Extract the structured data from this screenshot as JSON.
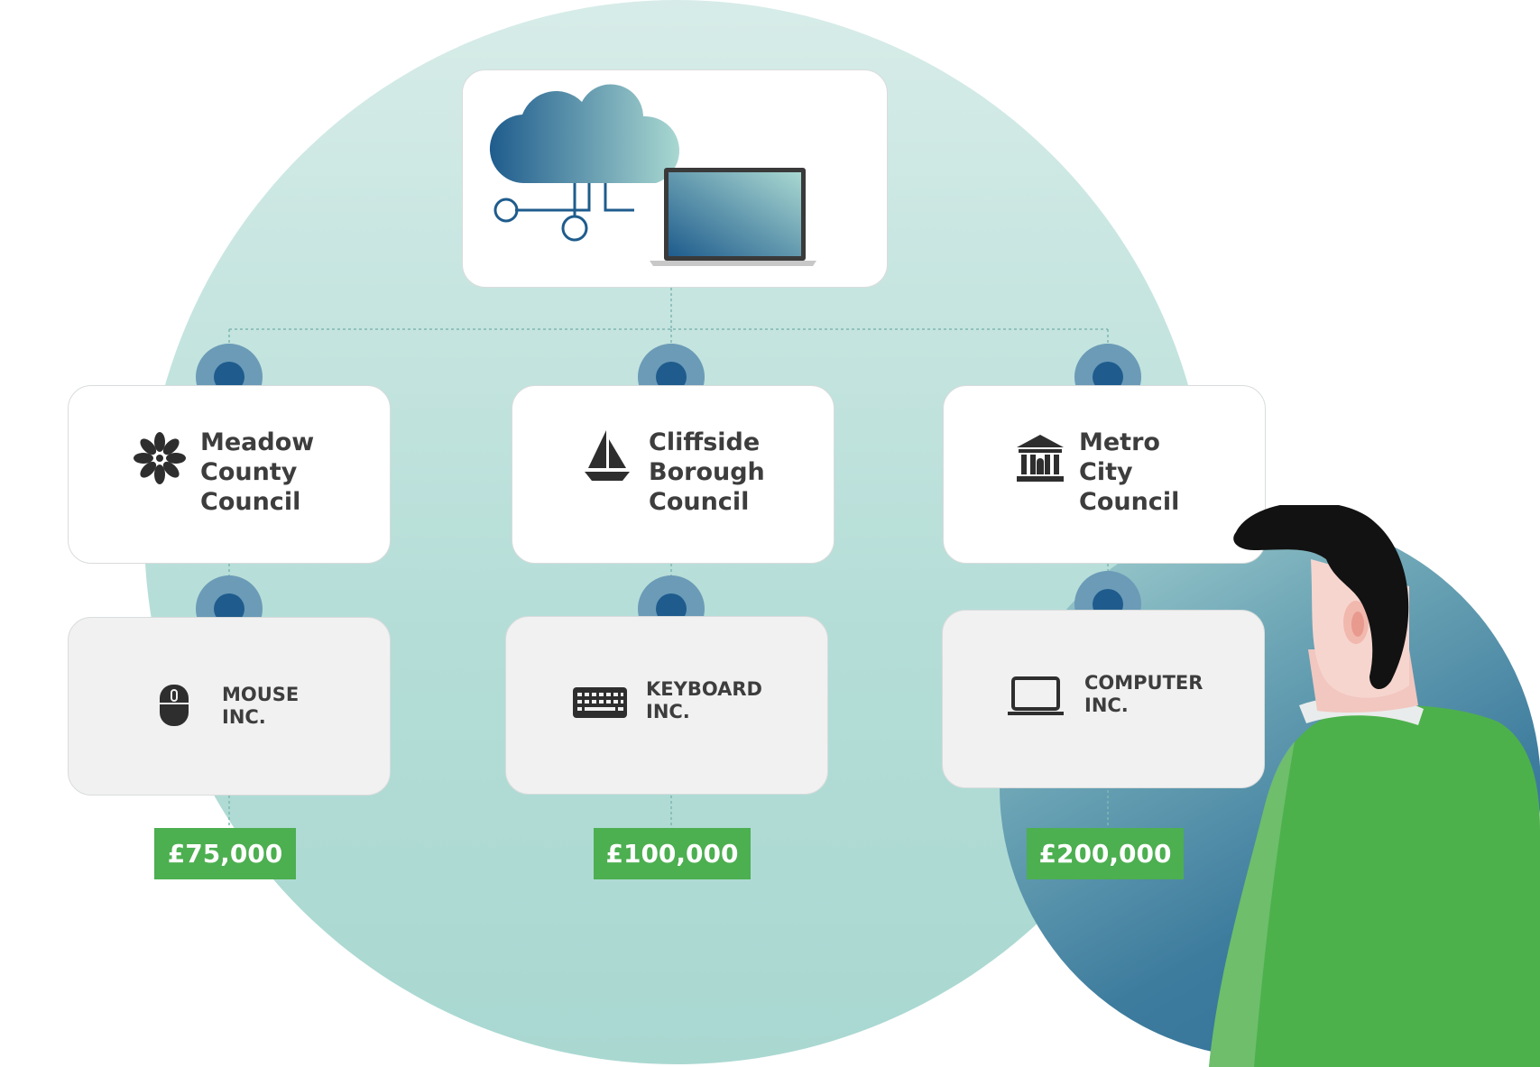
{
  "councils": [
    {
      "name": "Meadow\nCounty\nCouncil",
      "icon": "flower-icon"
    },
    {
      "name": "Cliffside\nBorough\nCouncil",
      "icon": "sailboat-icon"
    },
    {
      "name": "Metro\nCity\nCouncil",
      "icon": "bank-building-icon"
    }
  ],
  "suppliers": [
    {
      "name": "MOUSE\nINC.",
      "icon": "mouse-icon"
    },
    {
      "name": "KEYBOARD\nINC.",
      "icon": "keyboard-icon"
    },
    {
      "name": "COMPUTER\nINC.",
      "icon": "laptop-icon"
    }
  ],
  "amounts": [
    "£75,000",
    "£100,000",
    "£200,000"
  ],
  "colors": {
    "node_outer": "#6b9bb7",
    "node_inner": "#1f5c8d",
    "amount_bg": "#4caf50",
    "circle_bg": "#b4ddd7",
    "shirt": "#4db14b"
  },
  "top_card_icons": [
    "cloud-icon",
    "laptop-icon"
  ]
}
